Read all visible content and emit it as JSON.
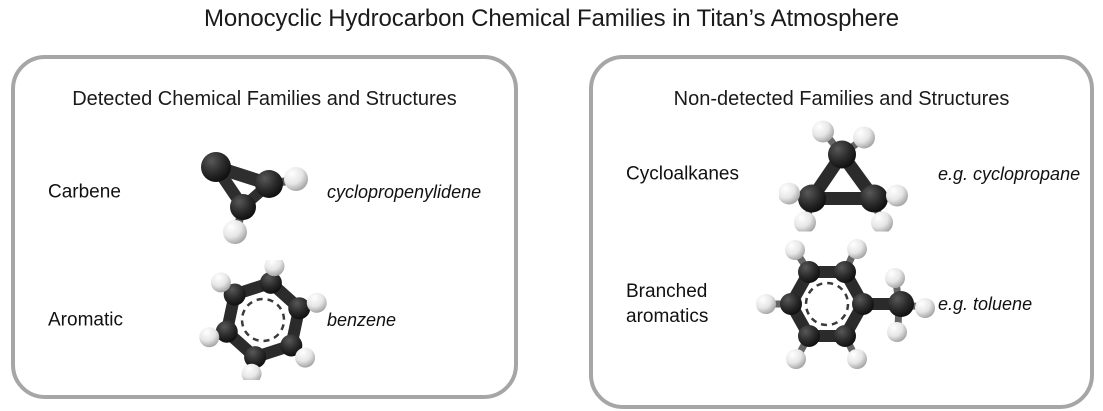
{
  "figure": {
    "title": "Monocyclic Hydrocarbon Chemical Families in Titan’s Atmosphere"
  },
  "colors": {
    "panel_border": "#a6a6a6",
    "background": "#ffffff",
    "text": "#111111",
    "carbon_atom": "#262626",
    "hydrogen_atom": "#f2f2f2",
    "bond": "#333333"
  },
  "panels": [
    {
      "id": "detected",
      "header": "Detected Chemical Families and Structures",
      "rows": [
        {
          "id": "carbene",
          "family": "Carbene",
          "example": "cyclopropenylidene",
          "molecule": "cyclopropenylidene-molecule",
          "formula_atoms": {
            "carbon": 3,
            "hydrogen": 2
          }
        },
        {
          "id": "aromatic",
          "family": "Aromatic",
          "example": "benzene",
          "molecule": "benzene-molecule",
          "formula_atoms": {
            "carbon": 6,
            "hydrogen": 6
          }
        }
      ]
    },
    {
      "id": "nondetected",
      "header": "Non-detected Families and Structures",
      "rows": [
        {
          "id": "cycloalkanes",
          "family": "Cycloalkanes",
          "example": "e.g. cyclopropane",
          "molecule": "cyclopropane-molecule",
          "formula_atoms": {
            "carbon": 3,
            "hydrogen": 6
          }
        },
        {
          "id": "branched-aromatics",
          "family_line1": "Branched",
          "family_line2": "aromatics",
          "example": "e.g. toluene",
          "molecule": "toluene-molecule",
          "formula_atoms": {
            "carbon": 7,
            "hydrogen": 8
          }
        }
      ]
    }
  ]
}
